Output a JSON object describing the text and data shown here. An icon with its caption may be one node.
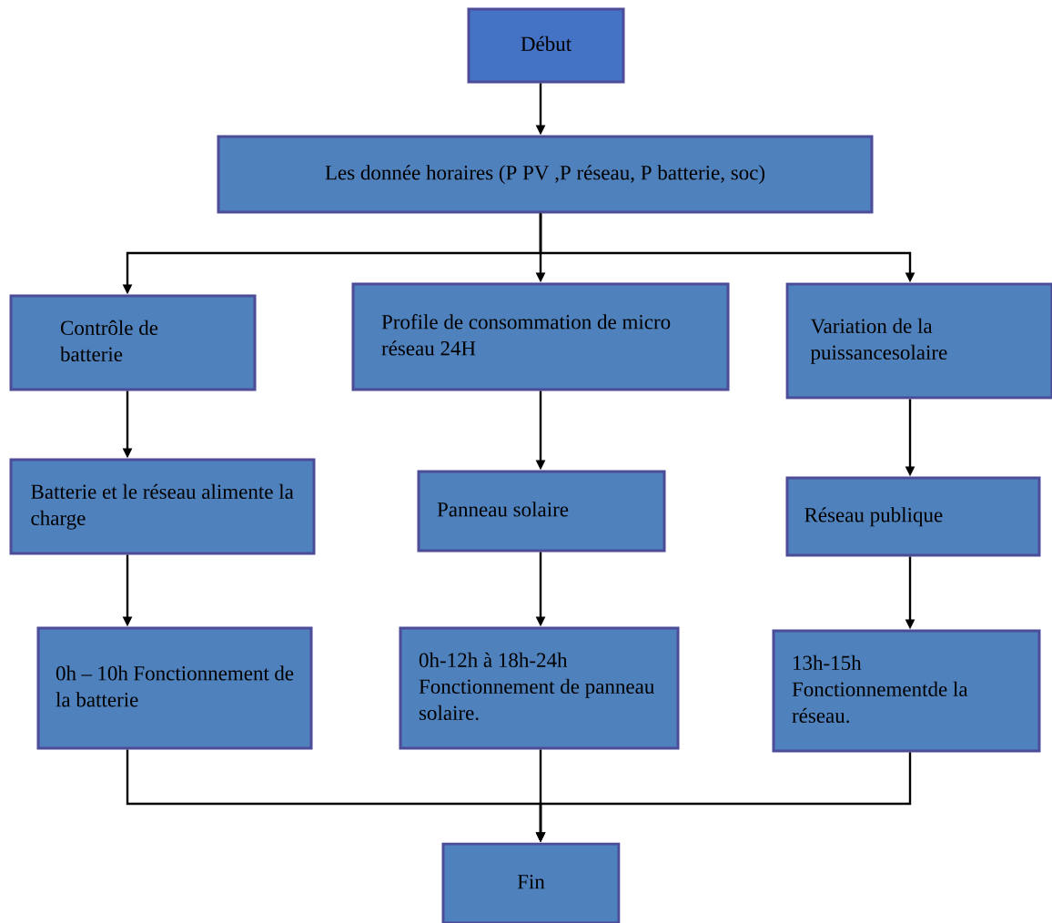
{
  "diagram": {
    "nodes": [
      {
        "text": [
          "Début"
        ]
      },
      {
        "text": [
          "Les donnée horaires (P PV ,P réseau, P batterie, soc)"
        ]
      },
      {
        "text": [
          "Contrôle de batterie"
        ]
      },
      {
        "text": [
          "Profile de consommation de micro réseau 24H"
        ]
      },
      {
        "text": [
          "Variation de la puissancesolaire"
        ]
      },
      {
        "text": [
          "Batterie et le réseau alimente la charge"
        ]
      },
      {
        "text": [
          "Panneau solaire"
        ]
      },
      {
        "text": [
          "Réseau publique"
        ]
      },
      {
        "text": [
          "0h – 10h Fonctionnement de la batterie"
        ]
      },
      {
        "text": [
          "0h-12h à 18h-24h Fonctionnement de panneau solaire."
        ]
      },
      {
        "text": [
          "13h-15h Fonctionnementde la réseau."
        ]
      },
      {
        "text": [
          "Fin"
        ]
      }
    ],
    "edges": [
      {
        "from": 0,
        "to": 1,
        "arrow": "to"
      },
      {
        "from": 1,
        "to": 2,
        "arrow": "to"
      },
      {
        "from": 1,
        "to": 3,
        "arrow": "to"
      },
      {
        "from": 1,
        "to": 4,
        "arrow": "to"
      },
      {
        "from": 2,
        "to": 5,
        "arrow": "to"
      },
      {
        "from": 3,
        "to": 6,
        "arrow": "to"
      },
      {
        "from": 4,
        "to": 7,
        "arrow": "to"
      },
      {
        "from": 5,
        "to": 8,
        "arrow": "to"
      },
      {
        "from": 6,
        "to": 9,
        "arrow": "to"
      },
      {
        "from": 7,
        "to": 10,
        "arrow": "to"
      },
      {
        "from": 8,
        "to": 11,
        "arrow": "to"
      },
      {
        "from": 9,
        "to": 11,
        "arrow": "to"
      },
      {
        "from": 10,
        "to": 11,
        "arrow": "to"
      }
    ]
  }
}
